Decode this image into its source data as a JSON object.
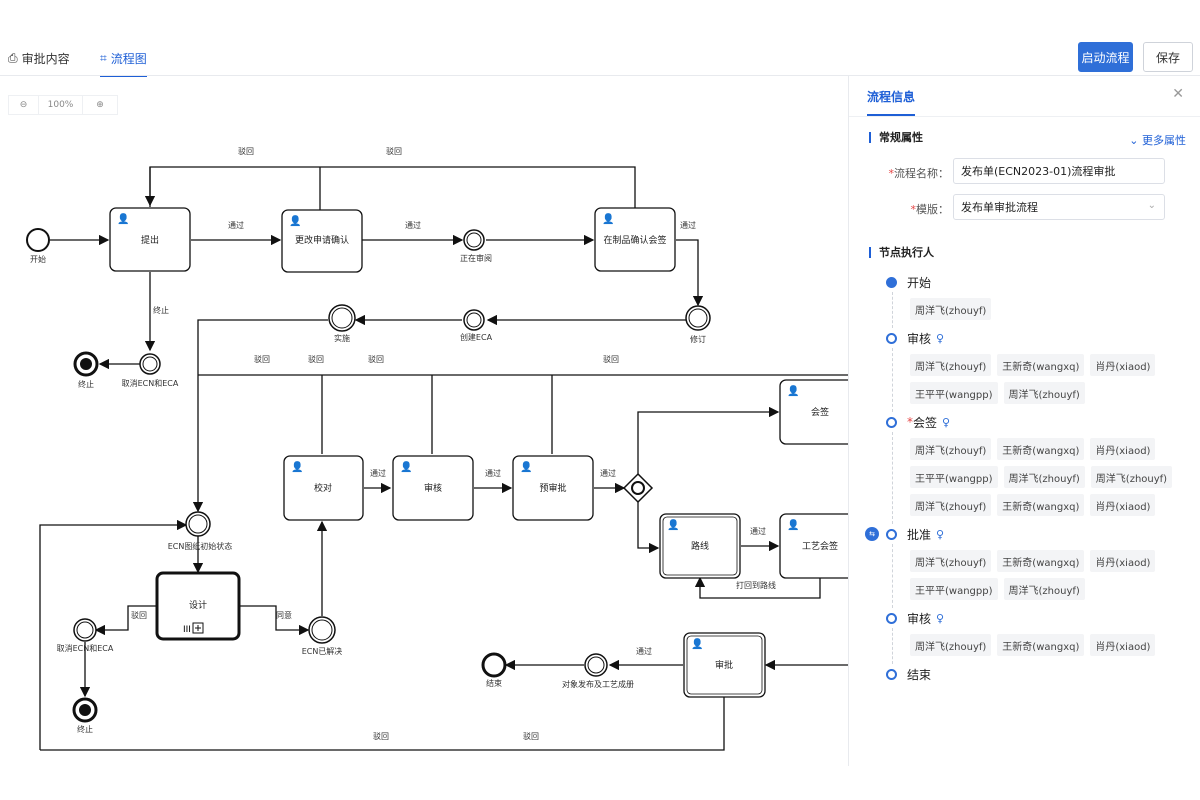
{
  "tabs": [
    {
      "label": "审批内容"
    },
    {
      "label": "流程图"
    }
  ],
  "buttons": {
    "start": "启动流程",
    "save": "保存"
  },
  "zoom": {
    "value": "100%"
  },
  "diagram": {
    "nodes": {
      "start": "开始",
      "submit": "提出",
      "change_confirm": "更改申请确认",
      "in_review": "正在审阅",
      "product_confirm": "在制品确认会签",
      "revise": "修订",
      "create_eca": "创建ECA",
      "implement": "实施",
      "cancel_ecn_eca_top": "取消ECN和ECA",
      "terminate_top": "终止",
      "check": "校对",
      "review": "审核",
      "pre_approve": "预审批",
      "countersign": "会签",
      "route": "路线",
      "process_countersign": "工艺会签",
      "ecn_init": "ECN图纸初始状态",
      "design": "设计",
      "cancel_ecn_eca_bottom": "取消ECN和ECA",
      "terminate_bottom": "终止",
      "ecn_solved": "ECN已解决",
      "approve": "审批",
      "publish": "对象发布及工艺成册",
      "end": "结束"
    },
    "edges": {
      "pass": "通过",
      "reject": "驳回",
      "terminate": "终止",
      "agree": "同意",
      "reroute": "打回到路线"
    }
  },
  "panel": {
    "title": "流程信息",
    "section_general": "常规属性",
    "more": "更多属性",
    "form": {
      "name_label": "流程名称：",
      "name_value": "发布单(ECN2023-01)流程审批",
      "template_label": "模版：",
      "template_value": "发布单审批流程"
    },
    "section_executors": "节点执行人",
    "steps": [
      {
        "name": "开始",
        "required": false,
        "people": [
          "周洋飞(zhouyf)"
        ]
      },
      {
        "name": "审核",
        "required": false,
        "people": [
          "周洋飞(zhouyf)",
          "王新奇(wangxq)",
          "肖丹(xiaod)",
          "王平平(wangpp)",
          "周洋飞(zhouyf)"
        ]
      },
      {
        "name": "会签",
        "required": true,
        "people": [
          "周洋飞(zhouyf)",
          "王新奇(wangxq)",
          "肖丹(xiaod)",
          "王平平(wangpp)",
          "周洋飞(zhouyf)",
          "周洋飞(zhouyf)",
          "周洋飞(zhouyf)",
          "王新奇(wangxq)",
          "肖丹(xiaod)"
        ]
      },
      {
        "name": "批准",
        "required": false,
        "people": [
          "周洋飞(zhouyf)",
          "王新奇(wangxq)",
          "肖丹(xiaod)",
          "王平平(wangpp)",
          "周洋飞(zhouyf)"
        ]
      },
      {
        "name": "审核",
        "required": false,
        "people": [
          "周洋飞(zhouyf)",
          "王新奇(wangxq)",
          "肖丹(xiaod)"
        ]
      },
      {
        "name": "结束",
        "required": false,
        "people": []
      }
    ]
  }
}
